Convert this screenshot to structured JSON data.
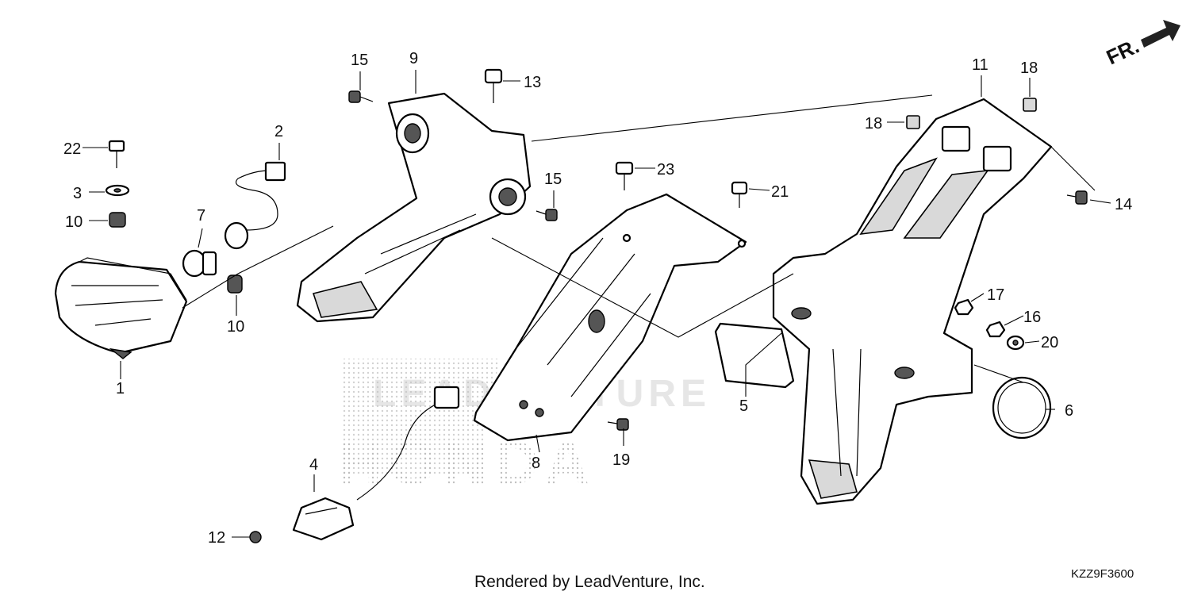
{
  "diagram": {
    "footer_text": "Rendered by LeadVenture, Inc.",
    "diagram_code": "KZZ9F3600",
    "front_indicator": "FR.",
    "watermark": {
      "brand": "HONDA",
      "text": "LEADVENTURE"
    },
    "callouts": {
      "c1": "1",
      "c2": "2",
      "c3": "3",
      "c4": "4",
      "c5": "5",
      "c6": "6",
      "c7": "7",
      "c8": "8",
      "c9": "9",
      "c10a": "10",
      "c10b": "10",
      "c11": "11",
      "c12": "12",
      "c13": "13",
      "c14": "14",
      "c15a": "15",
      "c15b": "15",
      "c16": "16",
      "c17": "17",
      "c18a": "18",
      "c18b": "18",
      "c19": "19",
      "c20": "20",
      "c21": "21",
      "c22": "22",
      "c23": "23"
    }
  }
}
